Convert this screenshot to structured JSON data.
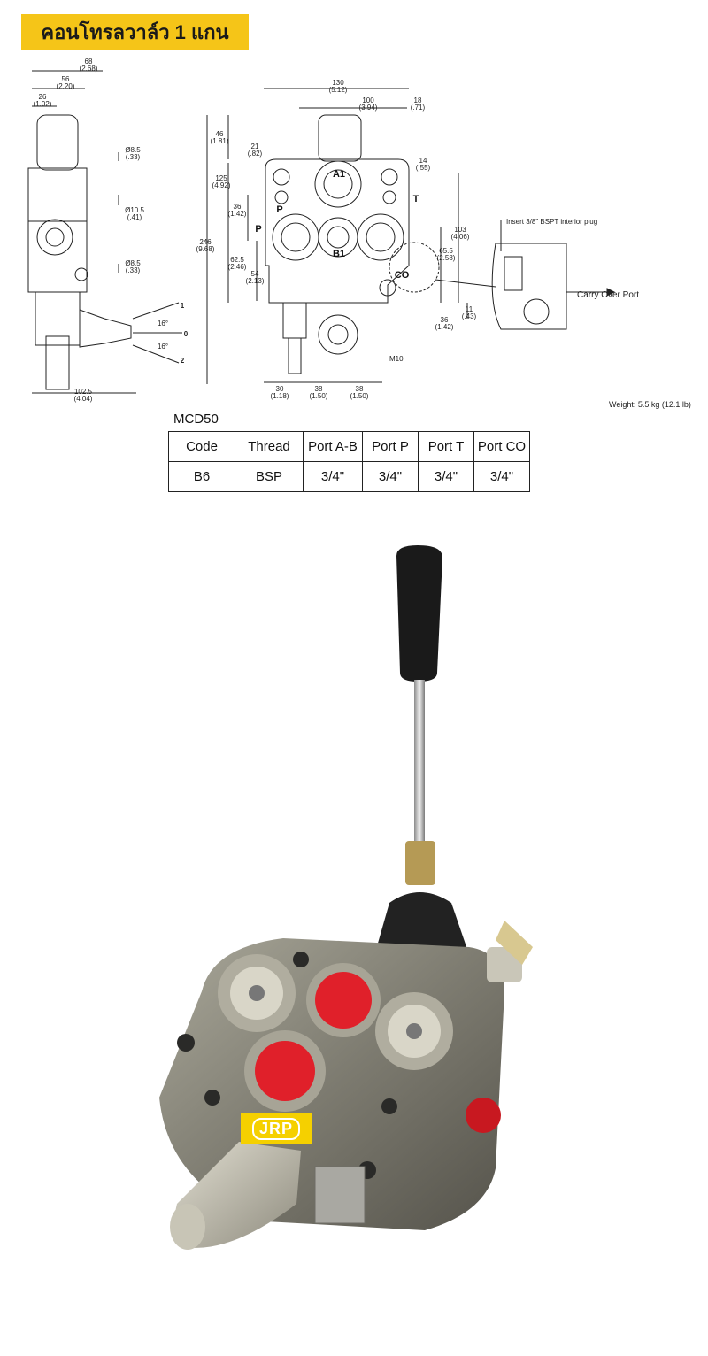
{
  "header": {
    "title": "คอนโทรลวาล์ว 1 แกน"
  },
  "drawing": {
    "side_view": {
      "dims": [
        {
          "mm": "68",
          "in": "(2.68)"
        },
        {
          "mm": "56",
          "in": "(2.20)"
        },
        {
          "mm": "26",
          "in": "(1.02)"
        },
        {
          "mm": "Ø8.5",
          "in": "(.33)"
        },
        {
          "mm": "Ø10.5",
          "in": "(.41)"
        },
        {
          "mm": "Ø8.5",
          "in": "(.33)"
        },
        {
          "mm": "102.5",
          "in": "(4.04)"
        }
      ],
      "angles": {
        "up": "16°",
        "down": "16°"
      },
      "positions": {
        "p1": "1",
        "p0": "0",
        "p2": "2"
      }
    },
    "front_view": {
      "dims": [
        {
          "mm": "130",
          "in": "(5.12)"
        },
        {
          "mm": "100",
          "in": "(3.94)"
        },
        {
          "mm": "18",
          "in": "(.71)"
        },
        {
          "mm": "46",
          "in": "(1.81)"
        },
        {
          "mm": "21",
          "in": "(.82)"
        },
        {
          "mm": "125",
          "in": "(4.92)"
        },
        {
          "mm": "36",
          "in": "(1.42)"
        },
        {
          "mm": "246",
          "in": "(9.68)"
        },
        {
          "mm": "62.5",
          "in": "(2.46)"
        },
        {
          "mm": "54",
          "in": "(2.13)"
        },
        {
          "mm": "14",
          "in": "(.55)"
        },
        {
          "mm": "103",
          "in": "(4.06)"
        },
        {
          "mm": "65.5",
          "in": "(2.58)"
        },
        {
          "mm": "11",
          "in": "(.43)"
        },
        {
          "mm": "36",
          "in": "(1.42)"
        },
        {
          "mm": "30",
          "in": "(1.18)"
        },
        {
          "mm": "38",
          "in": "(1.50)"
        },
        {
          "mm": "38",
          "in": "(1.50)"
        }
      ],
      "ports": {
        "a1": "A1",
        "b1": "B1",
        "p": "P",
        "t": "T",
        "co": "CO",
        "p_side": "P"
      },
      "thread_note": "M10"
    },
    "detail": {
      "insert_note": "Insert 3/8\" BSPT interior plug",
      "carry_over": "Carry Over Port"
    },
    "weight": "Weight: 5.5 kg (12.1 lb)"
  },
  "spec": {
    "model": "MCD50",
    "headers": [
      "Code",
      "Thread",
      "Port A-B",
      "Port P",
      "Port T",
      "Port CO"
    ],
    "rows": [
      [
        "B6",
        "BSP",
        "3/4\"",
        "3/4\"",
        "3/4\"",
        "3/4\""
      ]
    ]
  },
  "photo": {
    "logo_text": "JRP",
    "colors": {
      "body": "#7d7b70",
      "plug_red": "#e0202a",
      "handle": "#1a1a1a",
      "brand": "#f5d000"
    }
  }
}
